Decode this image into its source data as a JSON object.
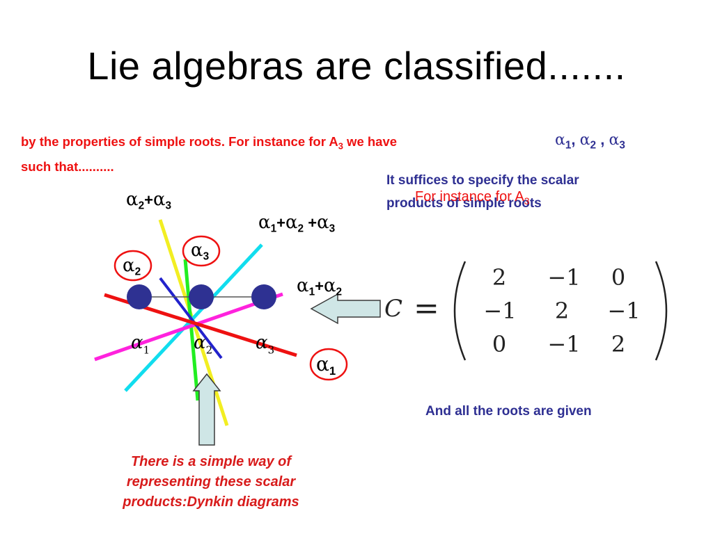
{
  "title": "Lie  algebras are  classified.......",
  "intro": {
    "line1": "by the properties of simple roots.  For instance for A",
    "a_sub": "3",
    "line1_end": " we have",
    "alpha_list": [
      {
        "glyph": "α",
        "sub": "1",
        "after": ","
      },
      {
        "glyph": "α",
        "sub": "2",
        "after": " ,"
      },
      {
        "glyph": "α",
        "sub": "3",
        "after": ""
      }
    ],
    "line2": "such that.........."
  },
  "right_note": {
    "line1": "It suffices to specify the scalar",
    "line2": "products of simple roots",
    "overlap": "For instance for A",
    "overlap_sub": "3"
  },
  "root_labels": {
    "a2_plus_a3": {
      "p1": "α",
      "s1": "2",
      "plus": "+",
      "p2": "α",
      "s2": "3"
    },
    "a1_plus_a2_plus_a3": {
      "p1": "α",
      "s1": "1",
      "plus1": "+",
      "p2": "α",
      "s2": "2",
      "plus2": " +",
      "p3": "α",
      "s3": "3"
    },
    "a1_plus_a2": {
      "p1": "α",
      "s1": "1",
      "plus": "+",
      "p2": "α",
      "s2": "2"
    },
    "a3": {
      "p": "α",
      "s": "3"
    },
    "a2": {
      "p": "α",
      "s": "2"
    },
    "a1": {
      "p": "α",
      "s": "1"
    }
  },
  "dynkin": {
    "nodes": [
      {
        "glyph": "α",
        "sub": "1"
      },
      {
        "glyph": "α",
        "sub": "2"
      },
      {
        "glyph": "α",
        "sub": "3"
      }
    ],
    "node_color": "#2e3192"
  },
  "matrix": {
    "lhs": "C",
    "eq": "=",
    "rows": [
      [
        "2",
        "−1",
        "0"
      ],
      [
        "−1",
        "2",
        "−1"
      ],
      [
        "0",
        "−1",
        "2"
      ]
    ]
  },
  "roots_given": "And all the roots are given",
  "bottom_note": "There is a simple way of representing these scalar products:Dynkin diagrams",
  "colors": {
    "intro_red": "#ee1111",
    "note_blue": "#2e2f92",
    "arrow_fill": "#cfe6e6",
    "line_red": "#ee1111",
    "line_magenta": "#ff22dd",
    "line_cyan": "#11ddee",
    "line_yellow": "#f2ee22",
    "line_green": "#22ee22",
    "line_blue": "#2222cc"
  }
}
